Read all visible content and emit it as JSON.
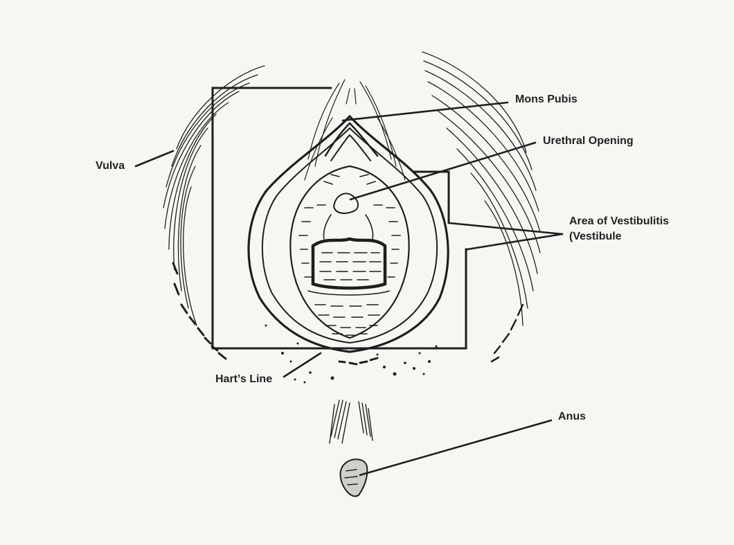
{
  "labels": {
    "mons_pubis": "Mons Pubis",
    "urethral_opening": "Urethral Opening",
    "vulva": "Vulva",
    "vestibulitis_line1": "Area of Vestibulitis",
    "vestibulitis_line2": "(Vestibule",
    "harts_line": "Hart’s Line",
    "anus": "Anus"
  },
  "colors": {
    "background": "#f6f6f3",
    "ink": "#1e1e1e",
    "text": "#222222"
  }
}
